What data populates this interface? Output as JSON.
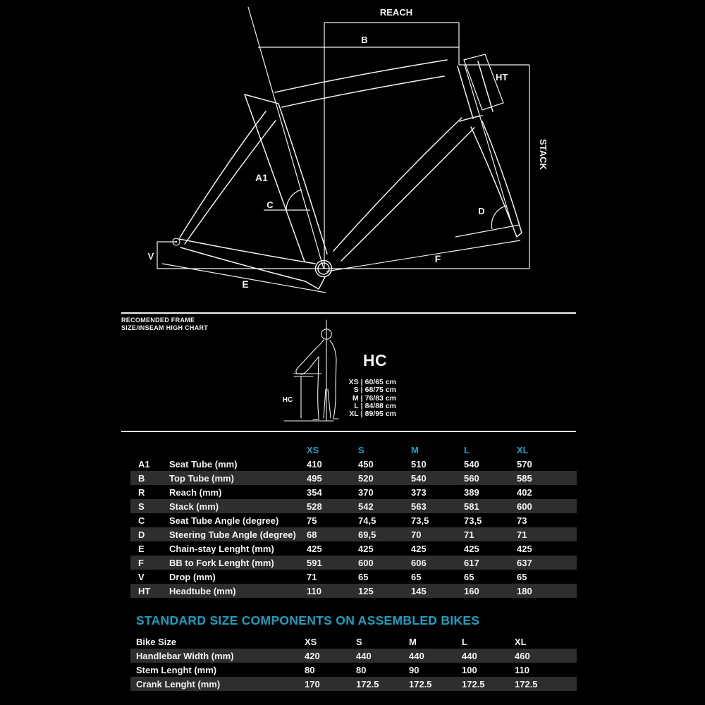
{
  "diagram": {
    "labels": {
      "reach": "REACH",
      "b": "B",
      "ht": "HT",
      "stack": "STACK",
      "a1": "A1",
      "c": "C",
      "d": "D",
      "e": "E",
      "f": "F",
      "v": "V"
    }
  },
  "inseam_chart": {
    "heading_line1": "RECOMENDED FRAME",
    "heading_line2": "SIZE/INSEAM HIGH CHART",
    "hc_small_label": "HC",
    "hc_title": "HC",
    "divider": "|",
    "rows": [
      {
        "size": "XS",
        "range": "60/65 cm"
      },
      {
        "size": "S",
        "range": "68/75 cm"
      },
      {
        "size": "M",
        "range": "76/83 cm"
      },
      {
        "size": "L",
        "range": "84/88 cm"
      },
      {
        "size": "XL",
        "range": "89/95 cm"
      }
    ]
  },
  "geometry_table": {
    "columns": [
      "XS",
      "S",
      "M",
      "L",
      "XL"
    ],
    "rows": [
      {
        "code": "A1",
        "label": "Seat Tube (mm)",
        "values": [
          "410",
          "450",
          "510",
          "540",
          "570"
        ]
      },
      {
        "code": "B",
        "label": "Top Tube (mm)",
        "values": [
          "495",
          "520",
          "540",
          "560",
          "585"
        ]
      },
      {
        "code": "R",
        "label": "Reach (mm)",
        "values": [
          "354",
          "370",
          "373",
          "389",
          "402"
        ]
      },
      {
        "code": "S",
        "label": "Stack (mm)",
        "values": [
          "528",
          "542",
          "563",
          "581",
          "600"
        ]
      },
      {
        "code": "C",
        "label": "Seat Tube Angle (degree)",
        "values": [
          "75",
          "74,5",
          "73,5",
          "73,5",
          "73"
        ]
      },
      {
        "code": "D",
        "label": "Steering Tube Angle (degree)",
        "values": [
          "68",
          "69,5",
          "70",
          "71",
          "71"
        ]
      },
      {
        "code": "E",
        "label": "Chain-stay Lenght (mm)",
        "values": [
          "425",
          "425",
          "425",
          "425",
          "425"
        ]
      },
      {
        "code": "F",
        "label": "BB to Fork Lenght (mm)",
        "values": [
          "591",
          "600",
          "606",
          "617",
          "637"
        ]
      },
      {
        "code": "V",
        "label": "Drop (mm)",
        "values": [
          "71",
          "65",
          "65",
          "65",
          "65"
        ]
      },
      {
        "code": "HT",
        "label": "Headtube (mm)",
        "values": [
          "110",
          "125",
          "145",
          "160",
          "180"
        ]
      }
    ]
  },
  "components": {
    "title": "STANDARD SIZE COMPONENTS ON ASSEMBLED BIKES",
    "size_row_label": "Bike Size",
    "columns": [
      "XS",
      "S",
      "M",
      "L",
      "XL"
    ],
    "rows": [
      {
        "label": "Handlebar Width (mm)",
        "values": [
          "420",
          "440",
          "440",
          "440",
          "460"
        ]
      },
      {
        "label": "Stem Lenght (mm)",
        "values": [
          "80",
          "80",
          "90",
          "100",
          "110"
        ]
      },
      {
        "label": "Crank Lenght (mm)",
        "values": [
          "170",
          "172.5",
          "172.5",
          "172.5",
          "172.5"
        ]
      }
    ]
  },
  "colors": {
    "background": "#000000",
    "line": "#f2f2f2",
    "accent": "#1d9fbe",
    "stripe": "#2e2e2e"
  }
}
